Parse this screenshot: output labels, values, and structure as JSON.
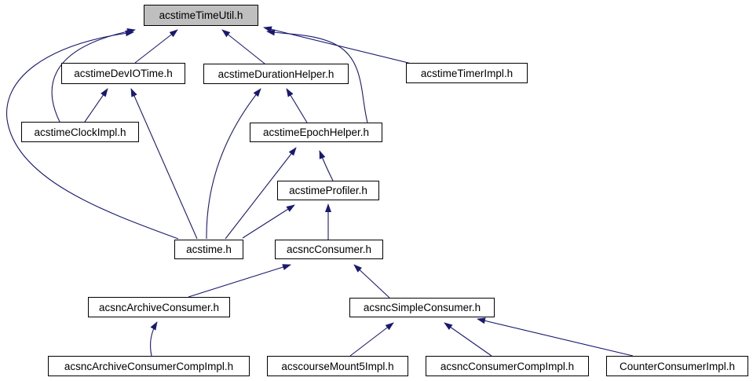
{
  "diagram": {
    "type": "include-dependency-graph",
    "root": "acstimeTimeUtil.h",
    "colors": {
      "edge": "#191970",
      "node_border": "#000000",
      "node_fill": "#ffffff",
      "root_fill": "#bfbfbf",
      "text": "#000000",
      "background": "#ffffff"
    },
    "nodes": [
      {
        "id": "acstimeTimeUtil",
        "label": "acstimeTimeUtil.h",
        "highlighted": true
      },
      {
        "id": "acstimeDevIOTime",
        "label": "acstimeDevIOTime.h",
        "highlighted": false
      },
      {
        "id": "acstimeDurationHelper",
        "label": "acstimeDurationHelper.h",
        "highlighted": false
      },
      {
        "id": "acstimeTimerImpl",
        "label": "acstimeTimerImpl.h",
        "highlighted": false
      },
      {
        "id": "acstimeClockImpl",
        "label": "acstimeClockImpl.h",
        "highlighted": false
      },
      {
        "id": "acstimeEpochHelper",
        "label": "acstimeEpochHelper.h",
        "highlighted": false
      },
      {
        "id": "acstimeProfiler",
        "label": "acstimeProfiler.h",
        "highlighted": false
      },
      {
        "id": "acstime",
        "label": "acstime.h",
        "highlighted": false
      },
      {
        "id": "acsncConsumer",
        "label": "acsncConsumer.h",
        "highlighted": false
      },
      {
        "id": "acsncArchiveConsumer",
        "label": "acsncArchiveConsumer.h",
        "highlighted": false
      },
      {
        "id": "acsncSimpleConsumer",
        "label": "acsncSimpleConsumer.h",
        "highlighted": false
      },
      {
        "id": "acsncArchiveConsumerCompImpl",
        "label": "acsncArchiveConsumerCompImpl.h",
        "highlighted": false
      },
      {
        "id": "acscourseMount5Impl",
        "label": "acscourseMount5Impl.h",
        "highlighted": false
      },
      {
        "id": "acsncConsumerCompImpl",
        "label": "acsncConsumerCompImpl.h",
        "highlighted": false
      },
      {
        "id": "CounterConsumerImpl",
        "label": "CounterConsumerImpl.h",
        "highlighted": false
      }
    ],
    "edges": [
      {
        "from": "acstimeDevIOTime.h",
        "to": "acstimeTimeUtil.h"
      },
      {
        "from": "acstimeDurationHelper.h",
        "to": "acstimeTimeUtil.h"
      },
      {
        "from": "acstimeTimerImpl.h",
        "to": "acstimeTimeUtil.h"
      },
      {
        "from": "acstimeClockImpl.h",
        "to": "acstimeTimeUtil.h"
      },
      {
        "from": "acstime.h",
        "to": "acstimeTimeUtil.h"
      },
      {
        "from": "acstimeEpochHelper.h",
        "to": "acstimeTimeUtil.h"
      },
      {
        "from": "acstimeClockImpl.h",
        "to": "acstimeDevIOTime.h"
      },
      {
        "from": "acstime.h",
        "to": "acstimeDevIOTime.h"
      },
      {
        "from": "acstimeEpochHelper.h",
        "to": "acstimeDurationHelper.h"
      },
      {
        "from": "acstime.h",
        "to": "acstimeDurationHelper.h"
      },
      {
        "from": "acstime.h",
        "to": "acstimeEpochHelper.h"
      },
      {
        "from": "acstimeProfiler.h",
        "to": "acstimeEpochHelper.h"
      },
      {
        "from": "acstime.h",
        "to": "acstimeProfiler.h"
      },
      {
        "from": "acsncConsumer.h",
        "to": "acstimeProfiler.h"
      },
      {
        "from": "acsncArchiveConsumer.h",
        "to": "acsncConsumer.h"
      },
      {
        "from": "acsncSimpleConsumer.h",
        "to": "acsncConsumer.h"
      },
      {
        "from": "acsncArchiveConsumerCompImpl.h",
        "to": "acsncArchiveConsumer.h"
      },
      {
        "from": "acscourseMount5Impl.h",
        "to": "acsncSimpleConsumer.h"
      },
      {
        "from": "acsncConsumerCompImpl.h",
        "to": "acsncSimpleConsumer.h"
      },
      {
        "from": "CounterConsumerImpl.h",
        "to": "acsncSimpleConsumer.h"
      }
    ]
  }
}
